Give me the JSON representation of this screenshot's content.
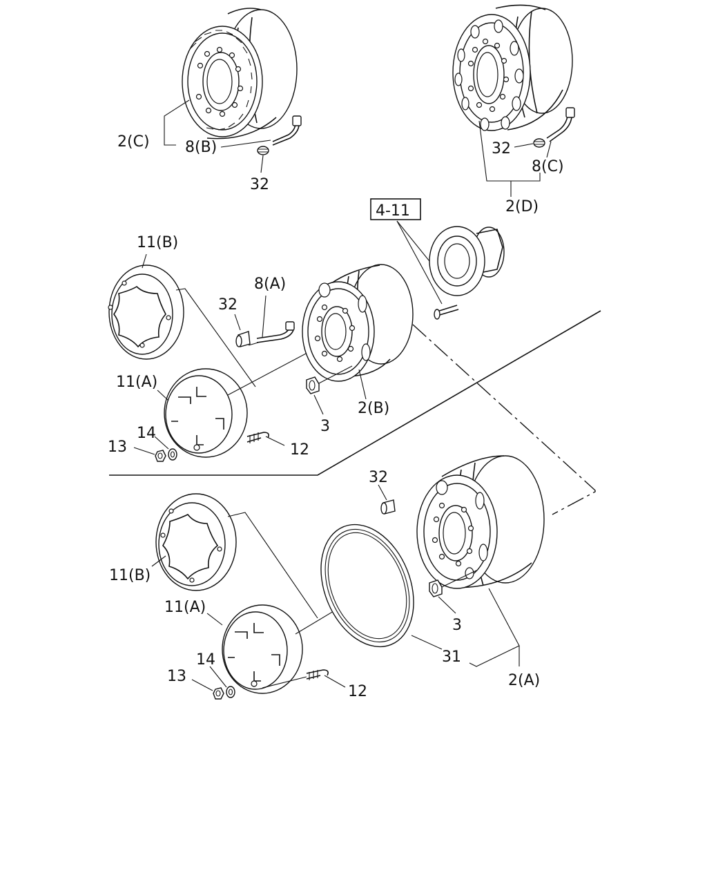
{
  "labels": {
    "rim_2c": "2(C)",
    "valve_8b": "8(B)",
    "cap_32_top": "32",
    "cap_32_right": "32",
    "valve_8c": "8(C)",
    "rim_2d": "2(D)",
    "ref_4_11": "4-11",
    "cover_11b_upper": "11(B)",
    "cover_11a_upper": "11(A)",
    "valve_8a": "8(A)",
    "cap_32_mid": "32",
    "rim_2b": "2(B)",
    "nut_3_upper": "3",
    "stud_12_upper": "12",
    "washer_14_upper": "14",
    "nut_13_upper": "13",
    "cap_32_lower": "32",
    "cover_11b_lower": "11(B)",
    "cover_11a_lower": "11(A)",
    "nut_3_lower": "3",
    "ring_31": "31",
    "rim_2a": "2(A)",
    "washer_14_lower": "14",
    "nut_13_lower": "13",
    "stud_12_lower": "12"
  }
}
